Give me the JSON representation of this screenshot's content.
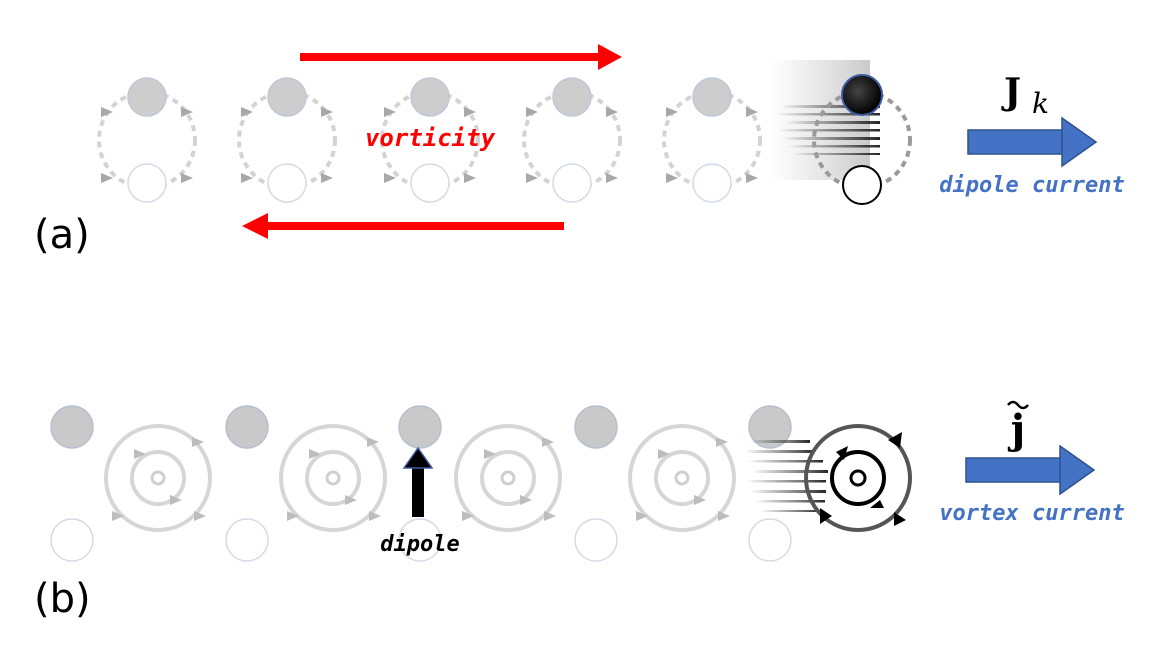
{
  "panel_a": {
    "label": "(a)",
    "vorticity_label": "vorticity",
    "current_symbol": "J",
    "current_subscript": "k",
    "current_caption": "dipole current"
  },
  "panel_b": {
    "label": "(b)",
    "dipole_label": "dipole",
    "current_symbol": "j",
    "current_caption": "vortex current"
  },
  "colors": {
    "arrow_red": "#ff0000",
    "current_blue": "#4472c4",
    "caption_blue": "#4472c4",
    "filled_circle": "#c8c8c8",
    "empty_circle_stroke": "#c9d3e3",
    "ghost_ring": "#d0d0d0",
    "active_black": "#000000"
  },
  "icons": {
    "current_arrow": "right-block-arrow-icon",
    "dipole_arrow": "up-block-arrow-icon"
  }
}
